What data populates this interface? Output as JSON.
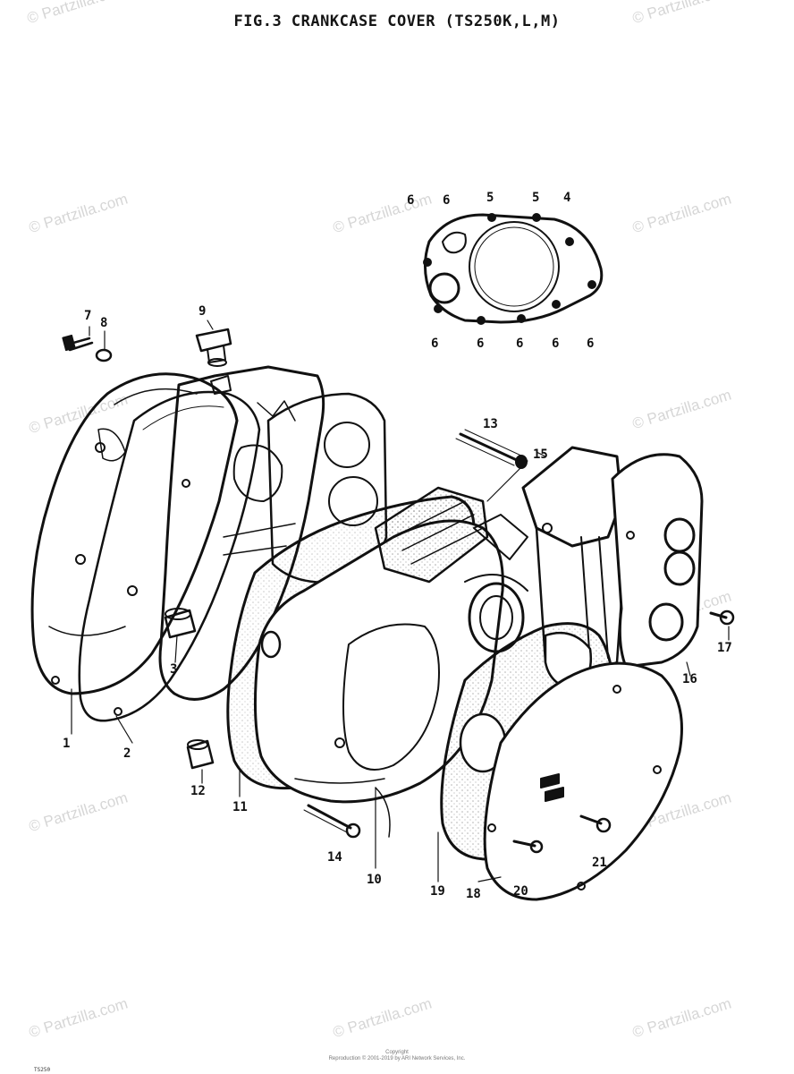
{
  "title": "FIG.3  CRANKCASE COVER (TS250K,L,M)",
  "watermark": "© Partzilla.com",
  "footer": {
    "line1": "Copyright",
    "line2": "Reproduction © 2001-2019 by ARI Network Services, Inc."
  },
  "corner_code": "TS250",
  "colors": {
    "ink": "#111111",
    "watermark": "#d6d6d6",
    "paper": "#ffffff"
  },
  "part_labels": {
    "p1": "1",
    "p2": "2",
    "p3": "3",
    "p4": "4",
    "p5a": "5",
    "p5b": "5",
    "p6a": "6",
    "p6b": "6",
    "p6c": "6",
    "p6d": "6",
    "p6e": "6",
    "p6f": "6",
    "p6g": "6",
    "p7": "7",
    "p8": "8",
    "p9": "9",
    "p10": "10",
    "p11": "11",
    "p12": "12",
    "p13": "13",
    "p14": "14",
    "p15": "15",
    "p16": "16",
    "p17": "17",
    "p18": "18",
    "p19": "19",
    "p20": "20",
    "p21": "21"
  }
}
